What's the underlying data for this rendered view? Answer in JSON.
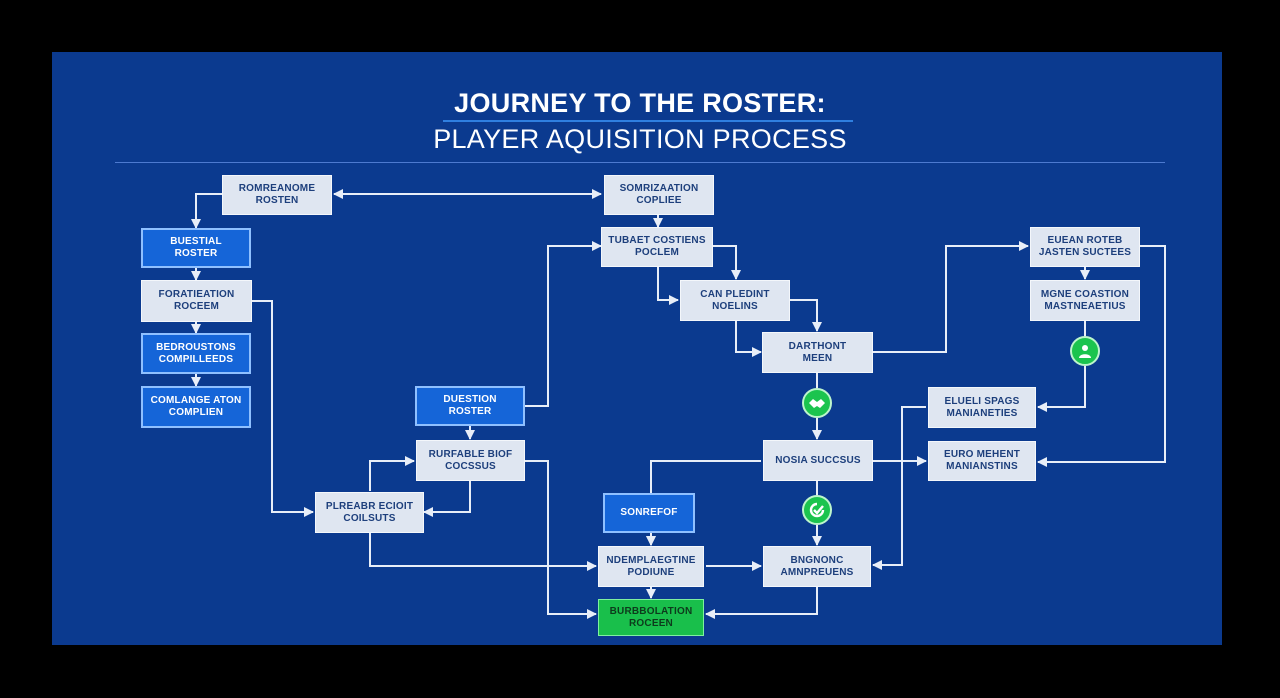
{
  "title": {
    "line1": "JOURNEY TO THE ROSTER:",
    "line2": "PLAYER AQUISITION PROCESS"
  },
  "colors": {
    "background": "#0b3a8f",
    "connector": "#e8eef8",
    "node_light": "#dfe6f1",
    "node_blue": "#1565d8",
    "node_green": "#19bf4b"
  },
  "nodes": [
    {
      "id": "n1",
      "style": "light",
      "lines": [
        "ROMREANOME",
        "ROSTEN"
      ]
    },
    {
      "id": "n2",
      "style": "light",
      "lines": [
        "SOMRIZAATION",
        "COPLIEE"
      ]
    },
    {
      "id": "n3",
      "style": "blue",
      "lines": [
        "BUESTIAL",
        "ROSTER"
      ]
    },
    {
      "id": "n4",
      "style": "light",
      "lines": [
        "TUBAET COSTIENS",
        "POCLEM"
      ]
    },
    {
      "id": "n5",
      "style": "light",
      "lines": [
        "EUEAN ROTEB",
        "JASTEN SUCTEES"
      ]
    },
    {
      "id": "n6",
      "style": "light",
      "lines": [
        "FORATIEATION",
        "ROCEEM"
      ]
    },
    {
      "id": "n7",
      "style": "light",
      "lines": [
        "CAN PLEDINT",
        "NOELINS"
      ]
    },
    {
      "id": "n8",
      "style": "light",
      "lines": [
        "MGNE COASTION",
        "MASTNEAETIUS"
      ]
    },
    {
      "id": "n9",
      "style": "blue",
      "lines": [
        "BEDROUSTONS",
        "COMPILLEEDS"
      ]
    },
    {
      "id": "n10",
      "style": "light",
      "lines": [
        "DARTHONT",
        "MEEN"
      ]
    },
    {
      "id": "n11",
      "style": "blue",
      "lines": [
        "COMLANGE ATON",
        "COMPLIEN"
      ]
    },
    {
      "id": "n12",
      "style": "blue",
      "lines": [
        "DUESTION",
        "ROSTER"
      ]
    },
    {
      "id": "n13",
      "style": "light",
      "lines": [
        "ELUELI SPAGS",
        "MANIANETIES"
      ]
    },
    {
      "id": "n14",
      "style": "light",
      "lines": [
        "RURFABLE BIOF",
        "COCSSUS"
      ]
    },
    {
      "id": "n15",
      "style": "light",
      "lines": [
        "NOSIA SUCCSUS"
      ]
    },
    {
      "id": "n16",
      "style": "light",
      "lines": [
        "EURO MEHENT",
        "MANIANSTINS"
      ]
    },
    {
      "id": "n17",
      "style": "light",
      "lines": [
        "PLREABR ECIOIT",
        "COILSUTS"
      ]
    },
    {
      "id": "n18",
      "style": "blue",
      "lines": [
        "SONREFOF"
      ]
    },
    {
      "id": "n19",
      "style": "light",
      "lines": [
        "NDEMPLAEGTINE",
        "PODIUNE"
      ]
    },
    {
      "id": "n20",
      "style": "light",
      "lines": [
        "BNGNONC",
        "AMNPREUENS"
      ]
    },
    {
      "id": "n21",
      "style": "green",
      "lines": [
        "BURBBOLATION",
        "ROCEEN"
      ]
    }
  ],
  "status_icons": [
    {
      "id": "c1",
      "icon": "user-icon"
    },
    {
      "id": "c2",
      "icon": "handshake-icon"
    },
    {
      "id": "c3",
      "icon": "check-icon"
    }
  ]
}
